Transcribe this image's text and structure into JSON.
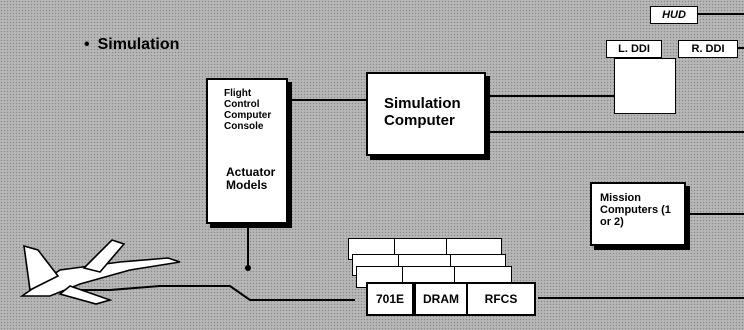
{
  "bullet": {
    "symbol": "•",
    "label": "Simulation"
  },
  "boxes": {
    "fccc_title": "Flight Control Computer Console",
    "fccc_sub": "Actuator Models",
    "sim_computer": "Simulation Computer",
    "mission_computers": "Mission Computers (1 or 2)",
    "hud": "HUD",
    "l_ddi": "L. DDI",
    "r_ddi": "R. DDI",
    "b701e": "701E",
    "dram": "DRAM",
    "rfcs": "RFCS"
  }
}
